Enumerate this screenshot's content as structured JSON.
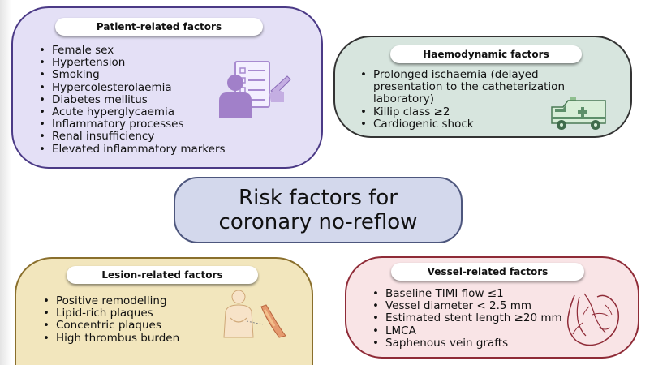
{
  "title": {
    "line1": "Risk factors for",
    "line2": "coronary no-reflow"
  },
  "panels": {
    "patient": {
      "header": "Patient-related factors",
      "items": [
        "Female sex",
        "Hypertension",
        "Smoking",
        "Hypercolesterolaemia",
        "Diabetes mellitus",
        "Acute hyperglycaemia",
        "Inflammatory processes",
        "Renal insufficiency",
        "Elevated inflammatory markers"
      ],
      "icon": "patient-questionnaire-icon"
    },
    "haemodynamic": {
      "header": "Haemodynamic factors",
      "items": [
        "Prolonged ischaemia (delayed presentation to the catheterization laboratory)",
        "Killip class ≥2",
        "Cardiogenic shock"
      ],
      "icon": "ambulance-icon"
    },
    "lesion": {
      "header": "Lesion-related factors",
      "items": [
        "Positive remodelling",
        "Lipid-rich plaques",
        "Concentric plaques",
        "High thrombus burden"
      ],
      "icon": "patient-artery-icon"
    },
    "vessel": {
      "header": "Vessel-related factors",
      "items": [
        "Baseline TIMI flow ≤1",
        "Vessel diameter < 2.5 mm",
        "Estimated stent length ≥20 mm",
        "LMCA",
        "Saphenous vein grafts"
      ],
      "icon": "heart-vessels-icon"
    }
  },
  "colors": {
    "patient_fill": "#e4e0f6",
    "patient_border": "#4b3a86",
    "haemo_fill": "#d7e5de",
    "haemo_border": "#333333",
    "lesion_fill": "#f2e6bd",
    "lesion_border": "#8a6f2c",
    "vessel_fill": "#f9e4e6",
    "vessel_border": "#8f2b37",
    "center_fill": "#d3d8ec",
    "center_border": "#4d567d"
  }
}
